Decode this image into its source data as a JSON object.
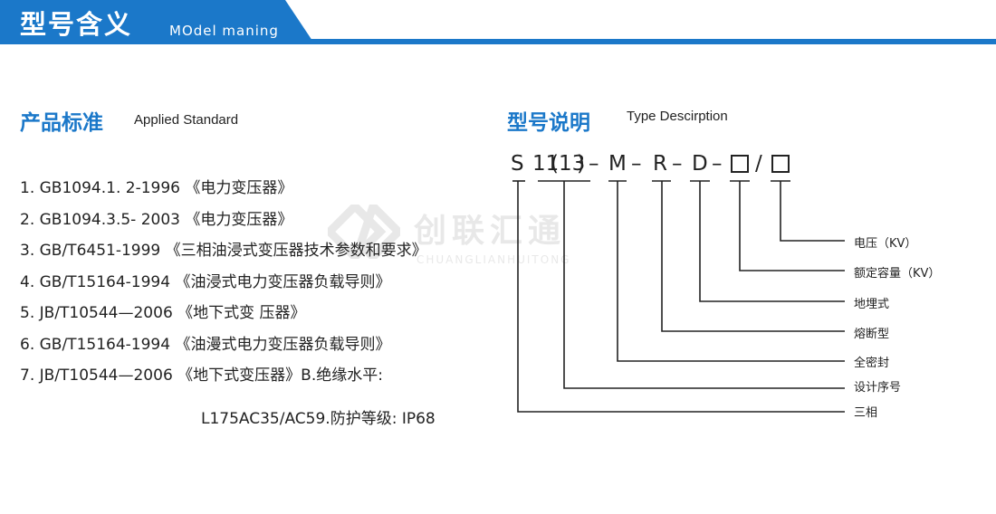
{
  "header": {
    "title": "型号含义",
    "subtitle": "MOdel maning"
  },
  "standards": {
    "title": "产品标准",
    "subtitle": "Applied Standard",
    "items": [
      "1. GB1094.1. 2-1996 《电力变压器》",
      "2. GB1094.3.5- 2003 《电力变压器》",
      "3. GB/T6451-1999 《三相油浸式变压器技术参数和要求》",
      "4. GB/T15164-1994 《油浸式电力变压器负载导则》",
      "5. JB/T10544—2006 《地下式变 压器》",
      "6. GB/T15164-1994 《油漫式电力变压器负载导则》",
      "7. JB/T10544—2006 《地下式变压器》B.绝缘水平:"
    ],
    "extra_line": "L175AC35/AC59.防护等级: IP68"
  },
  "type_desc": {
    "title": "型号说明",
    "subtitle": "Type Descirption",
    "code": {
      "s": "S",
      "n11": "11",
      "lp": "(",
      "n13": "13",
      "rp": ")",
      "d1": "–",
      "m": "M",
      "d2": "–",
      "r": "R",
      "d3": "–",
      "d": "D",
      "d4": "–",
      "slash": "/"
    },
    "labels": [
      "电压（KV）",
      "额定容量（KV）",
      "地埋式",
      "熔断型",
      "全密封",
      "设计序号",
      "三相"
    ]
  },
  "watermark": {
    "text": "创联汇通",
    "pinyin": "CHUANGLIANHUITONG"
  },
  "colors": {
    "accent": "#1b78c9"
  }
}
